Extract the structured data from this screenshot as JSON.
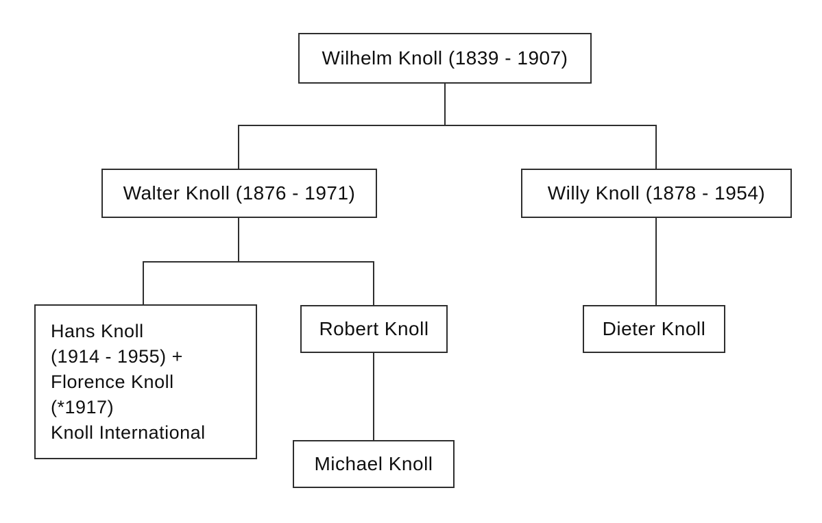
{
  "diagram": {
    "type": "family-tree",
    "nodes": {
      "wilhelm": {
        "label": "Wilhelm Knoll (1839 - 1907)"
      },
      "walter": {
        "label": "Walter Knoll (1876 - 1971)"
      },
      "willy": {
        "label": "Willy Knoll (1878 - 1954)"
      },
      "hans_florence": {
        "lines": [
          "Hans Knoll",
          "(1914 - 1955) +",
          "Florence Knoll",
          "(*1917)",
          "Knoll International"
        ]
      },
      "robert": {
        "label": "Robert Knoll"
      },
      "dieter": {
        "label": "Dieter Knoll"
      },
      "michael": {
        "label": "Michael Knoll"
      }
    },
    "edges": [
      {
        "from": "wilhelm",
        "to": "walter"
      },
      {
        "from": "wilhelm",
        "to": "willy"
      },
      {
        "from": "walter",
        "to": "hans_florence"
      },
      {
        "from": "walter",
        "to": "robert"
      },
      {
        "from": "willy",
        "to": "dieter"
      },
      {
        "from": "robert",
        "to": "michael"
      }
    ],
    "colors": {
      "line": "#2e2e2e",
      "text": "#0f0f0f",
      "background": "#ffffff"
    }
  }
}
